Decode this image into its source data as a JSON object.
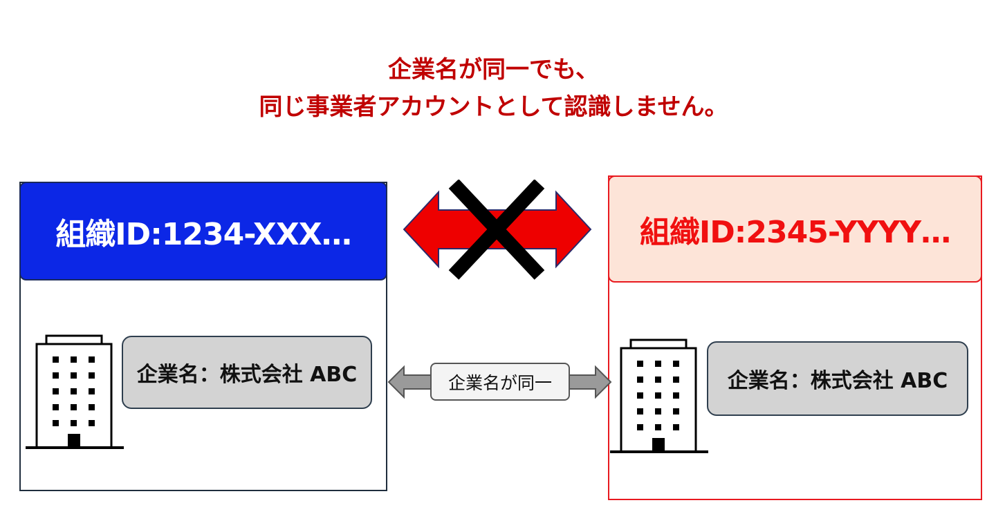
{
  "headline": {
    "line1": "企業名が同一でも、",
    "line2": "同じ事業者アカウントとして認識しません。"
  },
  "left_org": {
    "id_label": "組織ID:1234-XXX…",
    "company_label": "企業名：株式会社 ABC"
  },
  "right_org": {
    "id_label": "組織ID:2345-YYYY…",
    "company_label": "企業名：株式会社 ABC"
  },
  "connector": {
    "label": "企業名が同一"
  },
  "colors": {
    "headline": "#c00000",
    "left_header_bg": "#0c27e6",
    "right_header_bg": "#fde4d8",
    "right_header_text": "#f01010",
    "denied_arrow": "#ee0000",
    "cross": "#000000"
  },
  "icons": {
    "building": "office-building-icon",
    "denied": "cross-icon"
  }
}
